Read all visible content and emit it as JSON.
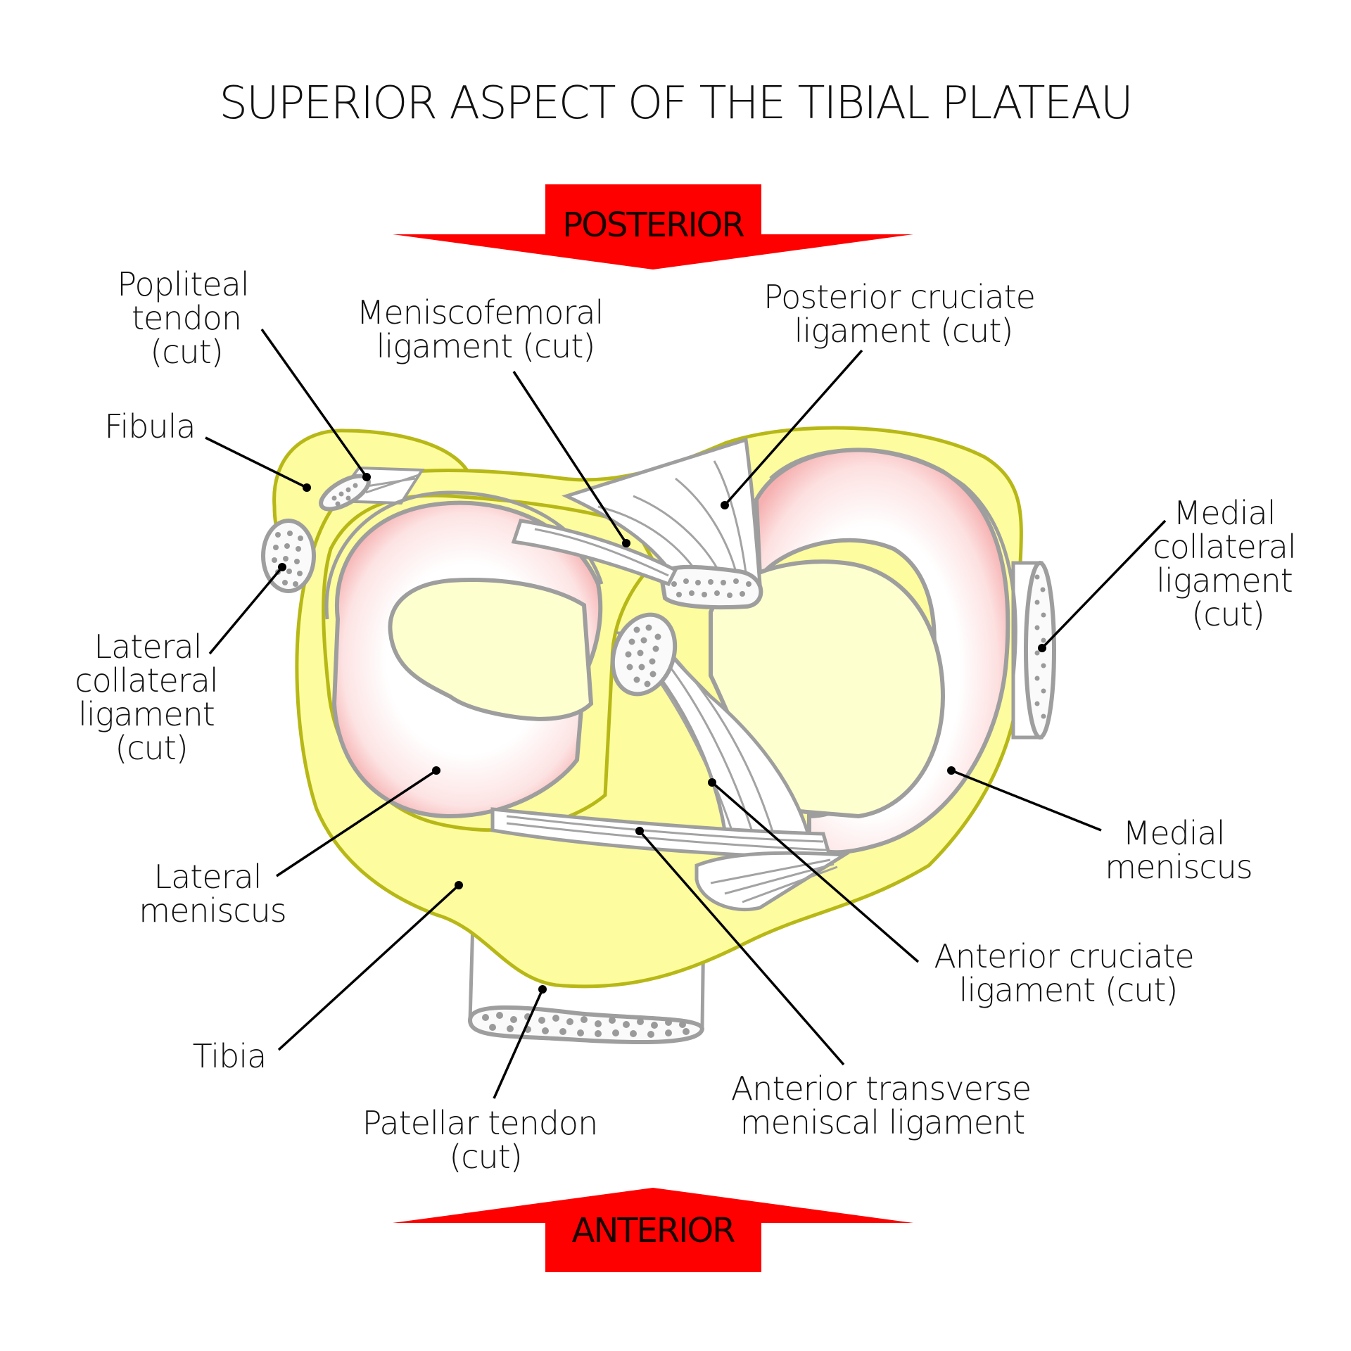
{
  "title": "SUPERIOR ASPECT OF THE TIBIAL PLATEAU",
  "colors": {
    "arrow": "#ff0000",
    "bone_fill": "#fdfc9e",
    "bone_outline": "#b7b817",
    "meniscus_rim": "#f5b3b3",
    "ligament_outline": "#9e9e9e",
    "leader_line": "#000000"
  },
  "orientation": {
    "top": "POSTERIOR",
    "bottom": "ANTERIOR"
  },
  "labels": {
    "popliteal_tendon": [
      "Popliteal",
      "tendon",
      "(cut)"
    ],
    "meniscofemoral_ligament": [
      "Meniscofemoral",
      "ligament (cut)"
    ],
    "posterior_cruciate": [
      "Posterior cruciate",
      "ligament (cut)"
    ],
    "fibula": [
      "Fibula"
    ],
    "lateral_collateral": [
      "Lateral",
      "collateral",
      "ligament",
      "(cut)"
    ],
    "medial_collateral": [
      "Medial",
      "collateral",
      "ligament",
      "(cut)"
    ],
    "lateral_meniscus": [
      "Lateral",
      "meniscus"
    ],
    "medial_meniscus": [
      "Medial",
      "meniscus"
    ],
    "tibia": [
      "Tibia"
    ],
    "anterior_cruciate": [
      "Anterior cruciate",
      "ligament (cut)"
    ],
    "patellar_tendon": [
      "Patellar tendon",
      "(cut)"
    ],
    "anterior_transverse": [
      "Anterior transverse",
      "meniscal ligament"
    ]
  }
}
